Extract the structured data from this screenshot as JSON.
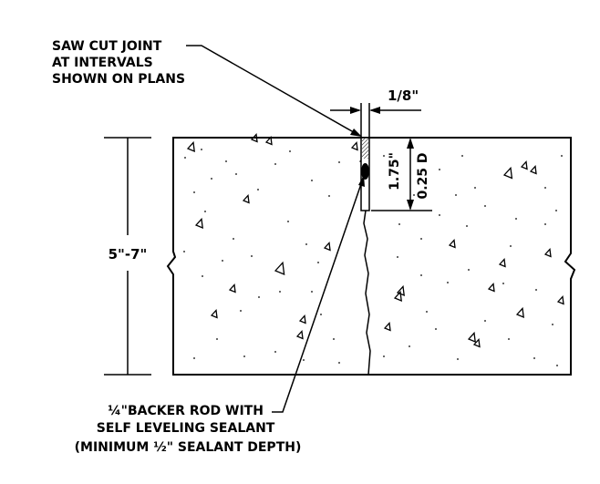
{
  "notes": {
    "saw_cut": [
      "SAW CUT JOINT",
      "AT INTERVALS",
      "SHOWN ON PLANS"
    ],
    "backer_rod": [
      "¼\"BACKER ROD WITH",
      "SELF LEVELING SEALANT",
      "(MINIMUM ½\" SEALANT DEPTH)"
    ]
  },
  "dimensions": {
    "joint_width": "1/8\"",
    "slab_thickness": "5\"-7\"",
    "cut_depth": "1.75\"",
    "cut_depth_ratio": "0.25 D"
  },
  "colors": {
    "line": "#000000",
    "background": "#ffffff"
  }
}
